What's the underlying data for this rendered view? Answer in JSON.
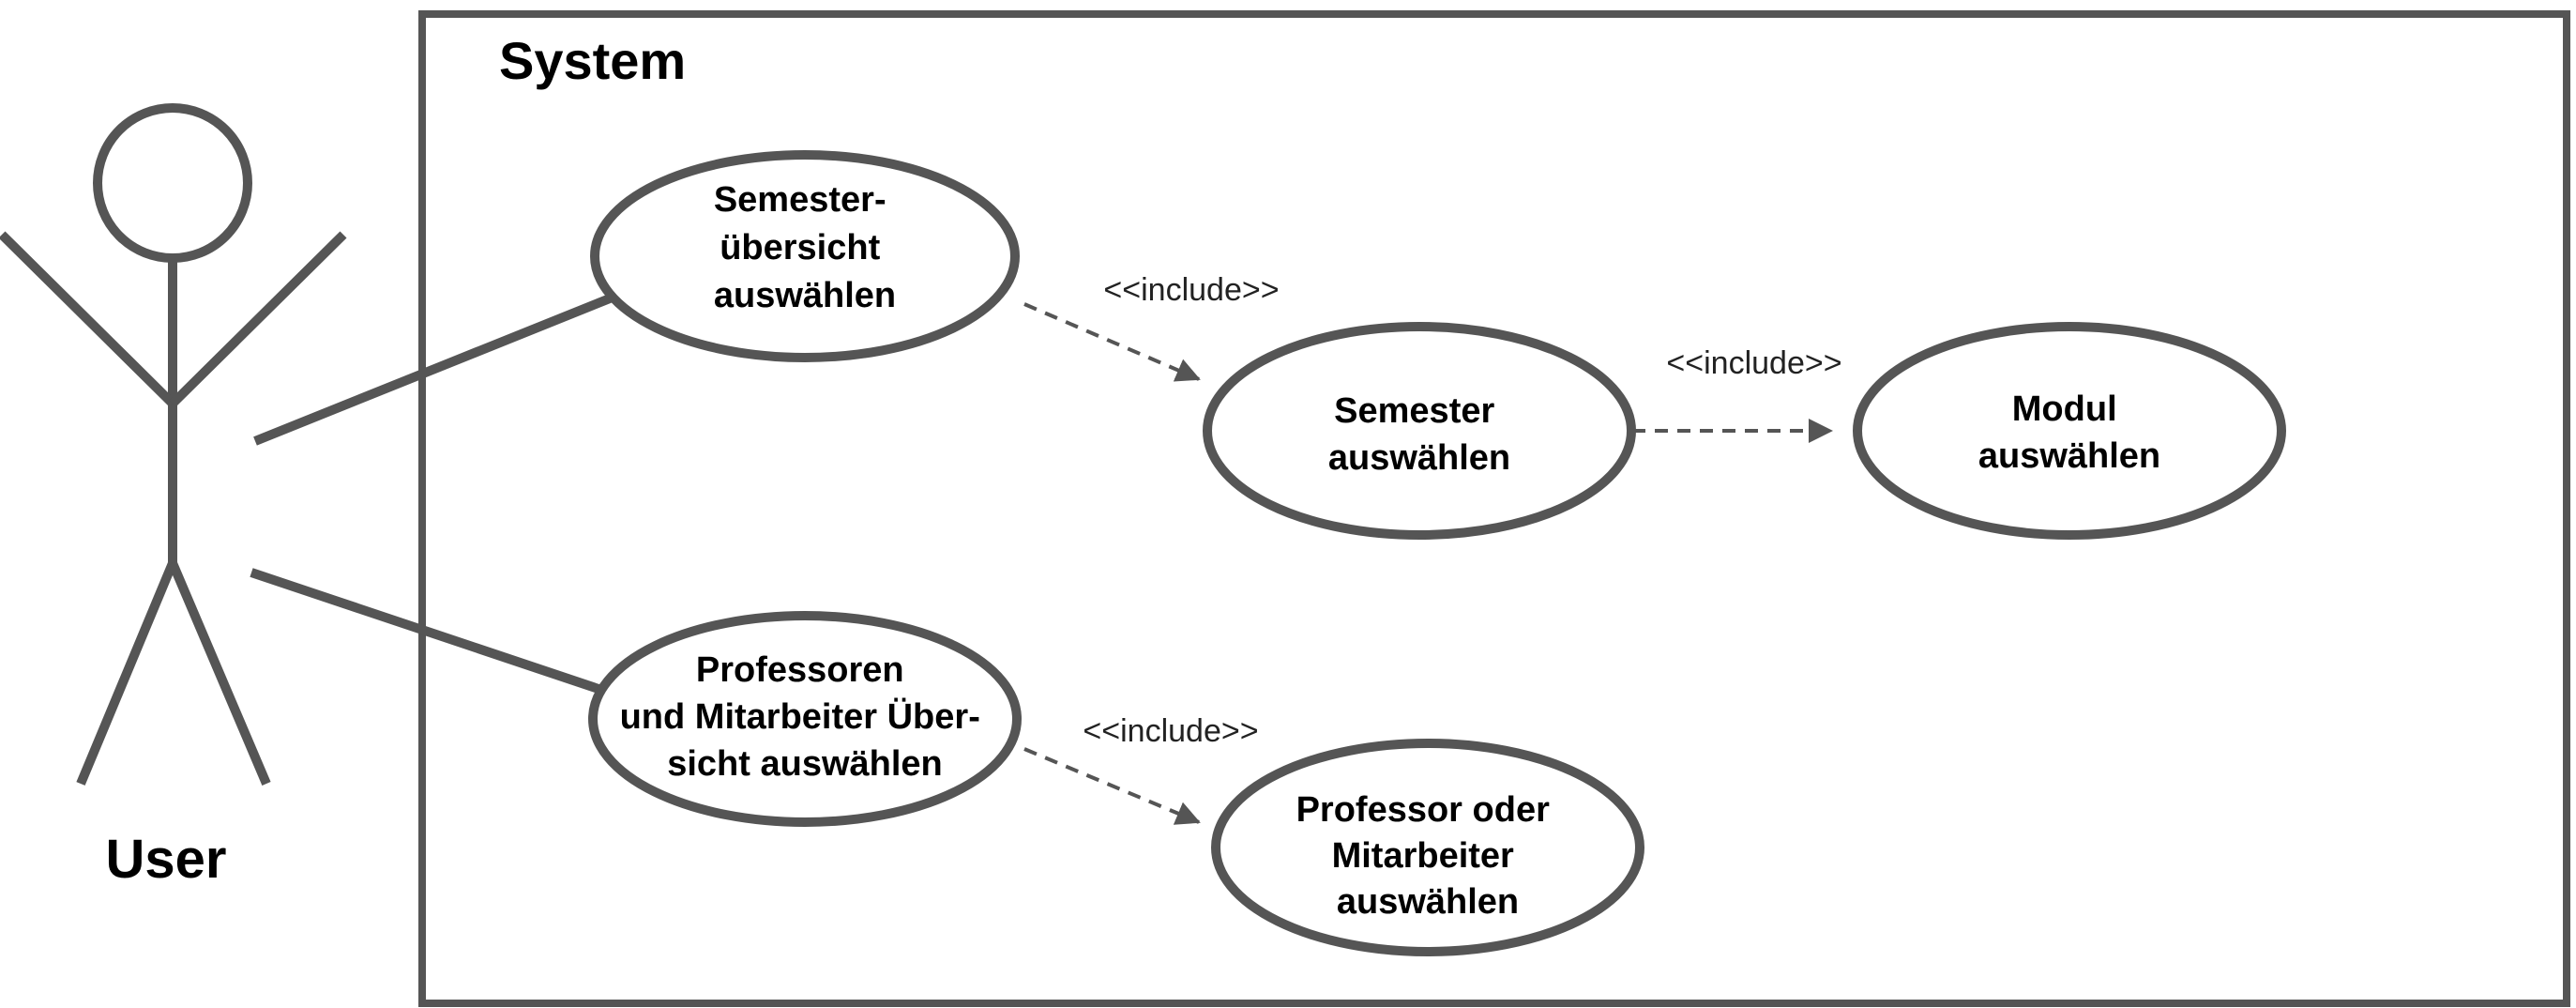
{
  "system": {
    "title": "System"
  },
  "actor": {
    "name": "User"
  },
  "use_cases": {
    "semester_overview": [
      "Semester-",
      "übersicht",
      "auswählen"
    ],
    "select_semester": [
      "Semester",
      "auswählen"
    ],
    "select_module": [
      "Modul",
      "auswählen"
    ],
    "staff_overview": [
      "Professoren",
      "und Mitarbeiter Über-",
      "sicht auswählen"
    ],
    "select_staff": [
      "Professor oder",
      "Mitarbeiter",
      "auswählen"
    ]
  },
  "relations": {
    "include_1": "<<include>>",
    "include_2": "<<include>>",
    "include_3": "<<include>>"
  },
  "colors": {
    "stroke": "#555555",
    "text": "#000000"
  }
}
